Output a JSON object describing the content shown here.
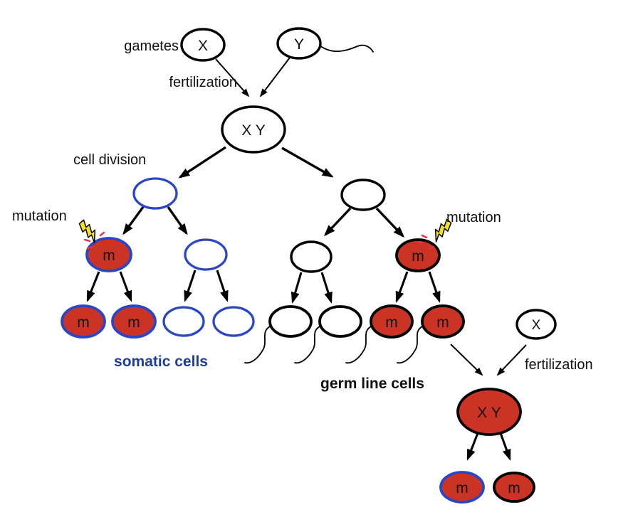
{
  "labels": {
    "gametes": "gametes",
    "fertilization_top": "fertilization",
    "cell_division": "cell division",
    "mutation_left": "mutation",
    "mutation_right": "mutation",
    "somatic_cells": "somatic cells",
    "germ_line_cells": "germ line cells",
    "fertilization_bottom": "fertilization"
  },
  "cell_labels": {
    "x_gamete": "X",
    "y_gamete": "Y",
    "zygote": "X Y",
    "mutant": "m",
    "x_gamete_2": "X",
    "mutant_zygote": "X Y"
  },
  "colors": {
    "mutant_red": "#cb3425",
    "somatic_blue": "#2a46c8",
    "somatic_label_blue": "#1e3d9b",
    "germline_outline": "#000000",
    "bolt_yellow": "#f2e11c",
    "spark_red": "#ed2b45"
  }
}
